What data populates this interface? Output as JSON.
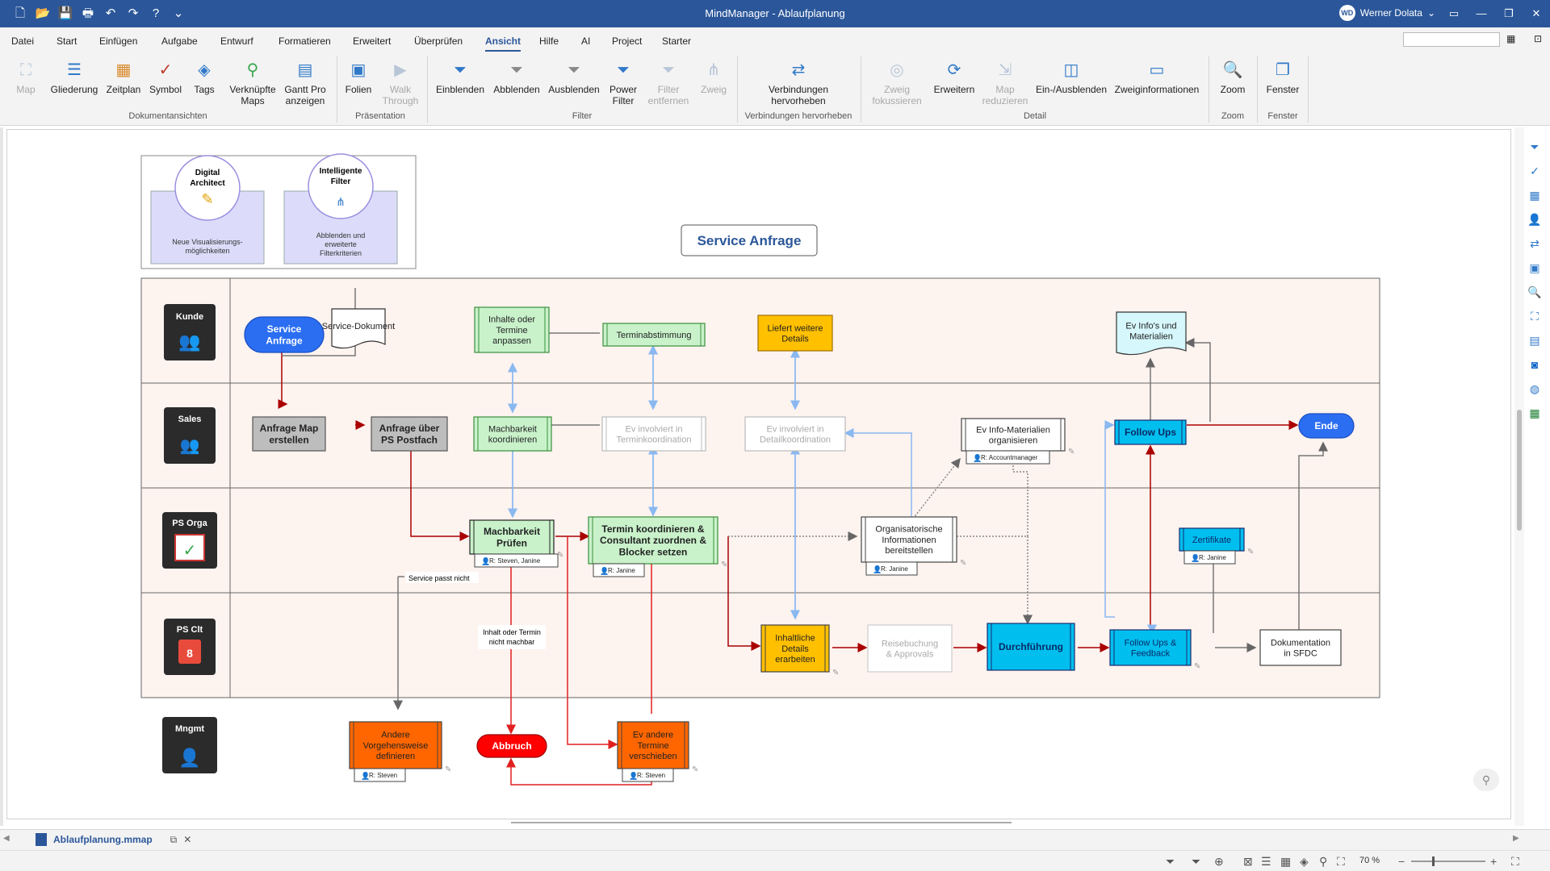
{
  "window": {
    "title": "MindManager - Ablaufplanung",
    "user_name": "Werner Dolata",
    "user_initials": "WD"
  },
  "menu": [
    "Datei",
    "Start",
    "Einfügen",
    "Aufgabe",
    "Entwurf",
    "Formatieren",
    "Erweitert",
    "Überprüfen",
    "Ansicht",
    "Hilfe",
    "AI",
    "Project",
    "Starter"
  ],
  "active_menu": "Ansicht",
  "ribbon": {
    "buttons": [
      {
        "label": "Map",
        "icon": "map-view-icon",
        "disabled": true
      },
      {
        "label": "Gliederung",
        "icon": "outline-icon",
        "disabled": false
      },
      {
        "label": "Zeitplan",
        "icon": "calendar-icon",
        "disabled": false
      },
      {
        "label": "Symbol",
        "icon": "symbol-icon",
        "disabled": false
      },
      {
        "label": "Tags",
        "icon": "tag-icon",
        "disabled": false
      },
      {
        "label": "Verknüpfte Maps",
        "icon": "linked-maps-icon",
        "disabled": false
      },
      {
        "label": "Gantt Pro anzeigen",
        "icon": "gantt-icon",
        "disabled": false
      },
      {
        "label": "Folien",
        "icon": "slides-icon",
        "disabled": false
      },
      {
        "label": "Walk Through",
        "icon": "walk-through-icon",
        "disabled": true
      },
      {
        "label": "Einblenden",
        "icon": "filter-show-icon",
        "disabled": false
      },
      {
        "label": "Abblenden",
        "icon": "filter-fade-icon",
        "disabled": false
      },
      {
        "label": "Ausblenden",
        "icon": "filter-hide-icon",
        "disabled": false
      },
      {
        "label": "Power Filter",
        "icon": "power-filter-icon",
        "disabled": false
      },
      {
        "label": "Filter entfernen",
        "icon": "filter-remove-icon",
        "disabled": true
      },
      {
        "label": "Zweig",
        "icon": "branch-icon",
        "disabled": true
      },
      {
        "label": "Verbindungen hervorheben",
        "icon": "connections-icon",
        "disabled": false
      },
      {
        "label": "Zweig fokussieren",
        "icon": "focus-branch-icon",
        "disabled": true
      },
      {
        "label": "Erweitern",
        "icon": "expand-icon",
        "disabled": false
      },
      {
        "label": "Map reduzieren",
        "icon": "reduce-map-icon",
        "disabled": true
      },
      {
        "label": "Ein-/Ausblenden",
        "icon": "show-hide-icon",
        "disabled": false
      },
      {
        "label": "Zweiginformationen",
        "icon": "branch-info-icon",
        "disabled": false
      },
      {
        "label": "Zoom",
        "icon": "zoom-icon",
        "disabled": false
      },
      {
        "label": "Fenster",
        "icon": "window-icon",
        "disabled": false
      }
    ],
    "groups": [
      "Dokumentansichten",
      "Präsentation",
      "Filter",
      "Verbindungen hervorheben",
      "Detail",
      "Zoom",
      "Fenster"
    ]
  },
  "diagram": {
    "title": "Service Anfrage",
    "promo": [
      {
        "title": "Digital Architect",
        "text": "Neue Visualisierungs-möglichkeiten"
      },
      {
        "title": "Intelligente Filter",
        "text": "Abblenden und erweiterte Filterkriterien"
      }
    ],
    "lanes": [
      "Kunde",
      "Sales",
      "PS Orga",
      "PS Clt",
      "Mngmt"
    ],
    "nodes": [
      {
        "id": "service-anfrage",
        "text": "Service Anfrage"
      },
      {
        "id": "service-dokument",
        "text": "Service-Dokument"
      },
      {
        "id": "inhalte-anpassen",
        "text": "Inhalte oder Termine anpassen"
      },
      {
        "id": "terminabstimmung",
        "text": "Terminabstimmung"
      },
      {
        "id": "liefert-details",
        "text": "Liefert weitere Details"
      },
      {
        "id": "ev-infos-materialien",
        "text": "Ev Info's und Materialien"
      },
      {
        "id": "anfrage-map",
        "text": "Anfrage Map erstellen"
      },
      {
        "id": "anfrage-postfach",
        "text": "Anfrage über PS Postfach"
      },
      {
        "id": "machbarkeit-koordinieren",
        "text": "Machbarkeit koordinieren"
      },
      {
        "id": "ev-terminkoordination",
        "text": "Ev involviert in Terminkoordination"
      },
      {
        "id": "ev-detailkoordination",
        "text": "Ev involviert in Detailkoordination"
      },
      {
        "id": "ev-info-organisieren",
        "text": "Ev Info-Materialien organisieren"
      },
      {
        "id": "follow-ups",
        "text": "Follow Ups"
      },
      {
        "id": "ende",
        "text": "Ende"
      },
      {
        "id": "machbarkeit-pruefen",
        "text": "Machbarkeit Prüfen"
      },
      {
        "id": "termin-koordinieren",
        "text": "Termin koordinieren & Consultant zuordnen & Blocker setzen"
      },
      {
        "id": "org-informationen",
        "text": "Organisatorische Informationen bereitstellen"
      },
      {
        "id": "zertifikate",
        "text": "Zertifikate"
      },
      {
        "id": "inhaltliche-details",
        "text": "Inhaltliche Details erarbeiten"
      },
      {
        "id": "reisebuchung",
        "text": "Reisebuchung & Approvals"
      },
      {
        "id": "durchfuehrung",
        "text": "Durchführung"
      },
      {
        "id": "follow-ups-feedback",
        "text": "Follow Ups & Feedback"
      },
      {
        "id": "dokumentation-sfdc",
        "text": "Dokumentation in SFDC"
      },
      {
        "id": "andere-vorgehensweise",
        "text": "Andere Vorgehensweise definieren"
      },
      {
        "id": "abbruch",
        "text": "Abbruch"
      },
      {
        "id": "ev-termine-verschieben",
        "text": "Ev andere Termine verschieben"
      }
    ],
    "resources": [
      {
        "node": "ev-info-organisieren",
        "text": "R: Accountmanager"
      },
      {
        "node": "machbarkeit-pruefen",
        "text": "R: Steven, Janine"
      },
      {
        "node": "termin-koordinieren",
        "text": "R: Janine"
      },
      {
        "node": "org-informationen",
        "text": "R: Janine"
      },
      {
        "node": "zertifikate",
        "text": "R: Janine"
      },
      {
        "node": "andere-vorgehensweise",
        "text": "R: Steven"
      },
      {
        "node": "ev-termine-verschieben",
        "text": "R: Steven"
      }
    ],
    "edge_labels": [
      "Service passt nicht",
      "Inhalt oder Termin nicht machbar"
    ]
  },
  "tab": {
    "filename": "Ablaufplanung.mmap"
  },
  "status": {
    "zoom": "70 %"
  },
  "colors": {
    "accent": "#2b579a",
    "lane_bg": "#fdf3ef",
    "green": "#c9f2cb",
    "gray": "#bdbdbd",
    "yellow": "#ffc000",
    "cyan": "#00bfef",
    "orange": "#ff6600",
    "red": "#ff0000",
    "blue": "#2b6ef2"
  }
}
